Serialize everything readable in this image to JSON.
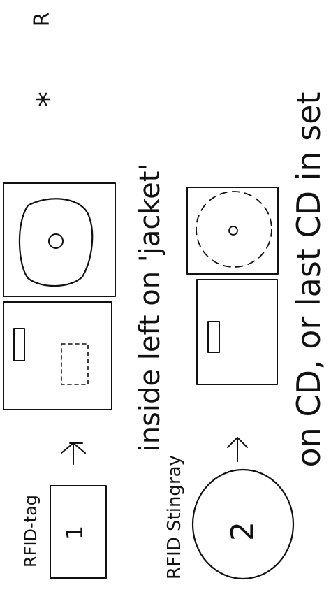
{
  "sketch": {
    "labels": {
      "rfid_tag": "RFID-tag",
      "tag_number": "1",
      "rfid_stingray": "RFID Stingray",
      "stingray_number": "2",
      "inside_left": "inside left on 'jacket'",
      "on_cd": "on CD, or last CD in set",
      "corner_mark": "R",
      "star": "*"
    },
    "colors": {
      "ink": "#111111",
      "paper": "#ffffff"
    }
  }
}
